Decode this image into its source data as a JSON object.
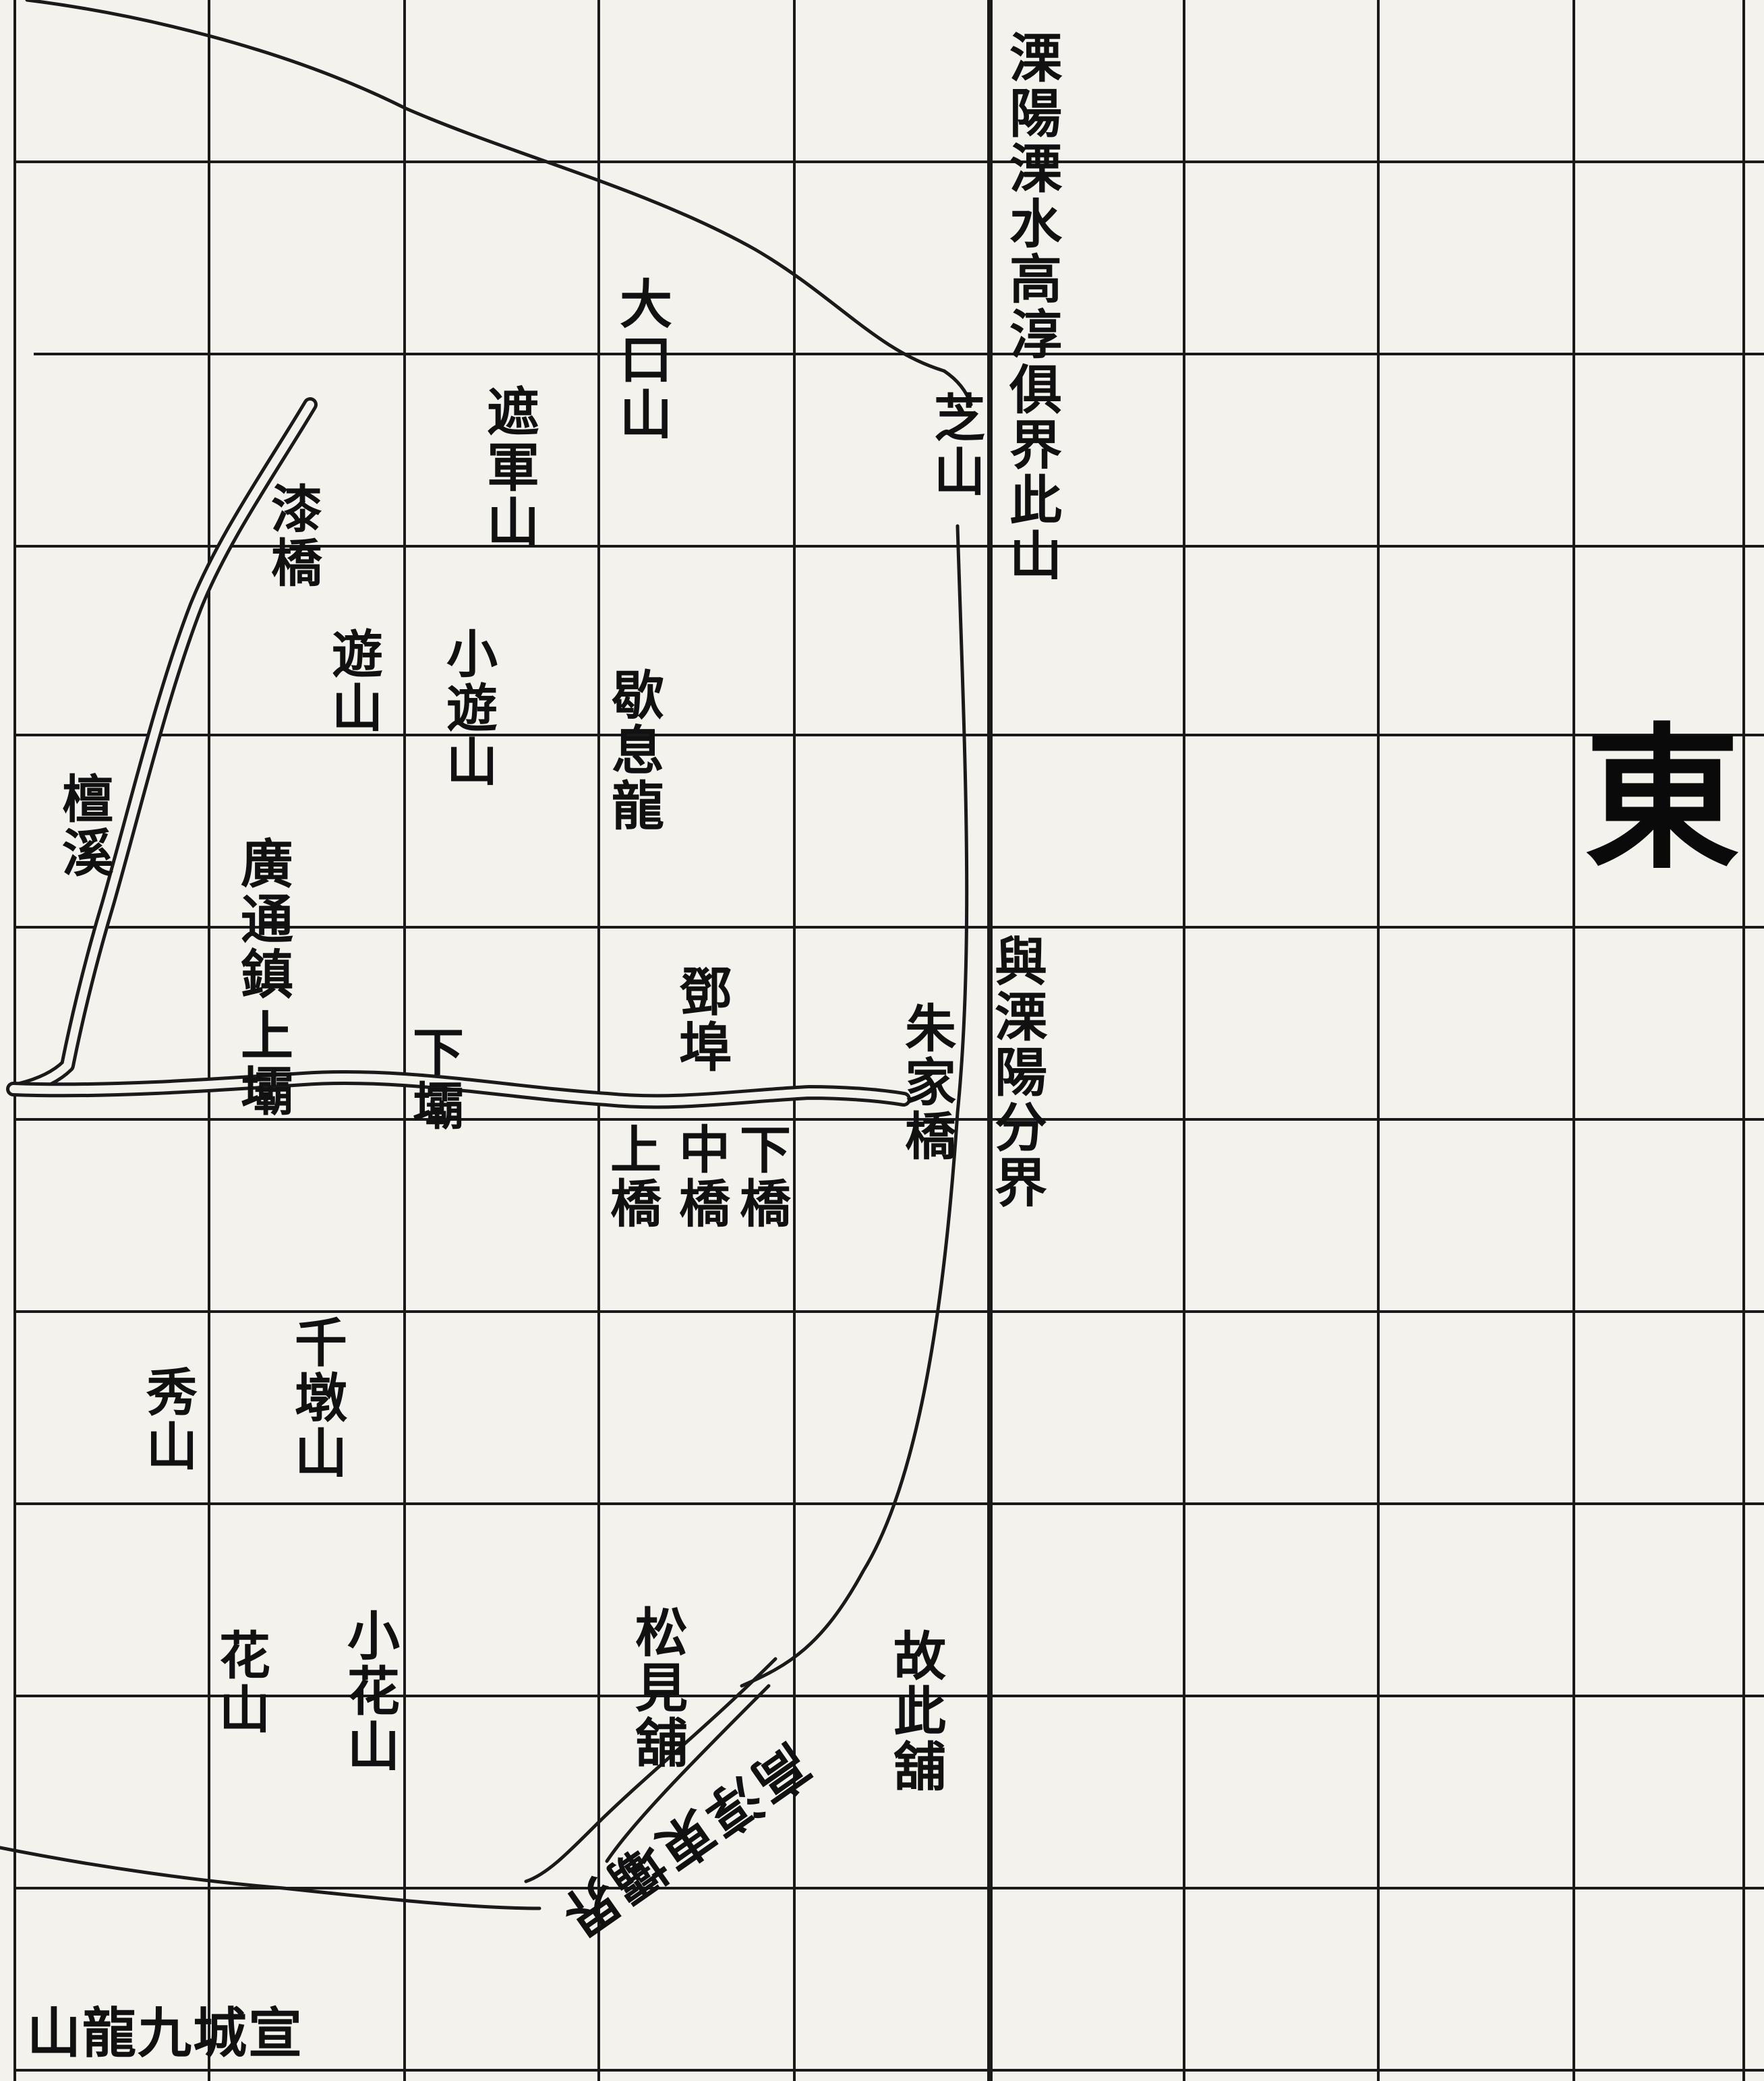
{
  "map": {
    "direction_label": "東",
    "boundary_note": "溧陽溧水高淳俱界此山",
    "border_note": "與溧陽分界",
    "labels": {
      "dakou_shan": "大口山",
      "zhejun_shan": "遮軍山",
      "zhi_shan": "芝山",
      "qi_qiao": "漆橋",
      "you_shan": "遊山",
      "xiao_you_shan": "小遊山",
      "xie_xi_long": "歇息龍",
      "tan_xi": "檀溪",
      "guangtong_zhen": "廣通鎮",
      "shang_ba": "上壩",
      "xia_ba": "下壩",
      "deng_bu": "鄧埠",
      "zhujia_qiao": "朱家橋",
      "shang_qiao": "上橋",
      "zhong_qiao": "中橋",
      "xia_qiao": "下橋",
      "qiandun_shan": "千墩山",
      "xiu_shan": "秀山",
      "hua_shan": "花山",
      "xiao_hua_shan": "小花山",
      "songjian_pu": "松見舖",
      "gu_ci_pu": "故此舖",
      "road_label": "高淳東壩界",
      "xuancheng_jiulong": "宣城九龍山"
    }
  }
}
